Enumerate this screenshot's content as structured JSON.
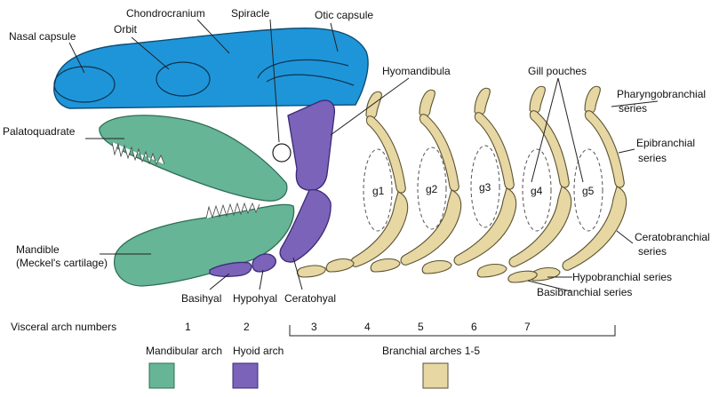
{
  "labels": {
    "chondrocranium": "Chondrocranium",
    "spiracle": "Spiracle",
    "otic_capsule": "Otic capsule",
    "nasal_capsule": "Nasal capsule",
    "orbit": "Orbit",
    "hyomandibula": "Hyomandibula",
    "gill_pouches": "Gill pouches",
    "pharyngobranchial": [
      "Pharyngobranchial",
      "series"
    ],
    "palatoquadrate": "Palatoquadrate",
    "epibranchial": [
      "Epibranchial",
      "series"
    ],
    "ceratobranchial": [
      "Ceratobranchial",
      "series"
    ],
    "hypobranchial": "Hypobranchial series",
    "basibranchial": "Basibranchial series",
    "mandible": [
      "Mandible",
      "(Meckel's cartilage)"
    ],
    "basihyal": "Basihyal",
    "hypohyal": "Hypohyal",
    "ceratohyal": "Ceratohyal"
  },
  "gill_labels": [
    "g1",
    "g2",
    "g3",
    "g4",
    "g5"
  ],
  "visceral_arches": {
    "title": "Visceral arch numbers",
    "numbers": [
      "1",
      "2",
      "3",
      "4",
      "5",
      "6",
      "7"
    ]
  },
  "legend": [
    {
      "label": "Mandibular arch",
      "color": "#66b596"
    },
    {
      "label": "Hyoid arch",
      "color": "#7a63b8"
    },
    {
      "label": "Branchial arches 1-5",
      "color": "#e6d7a3"
    }
  ],
  "colors": {
    "chondrocranium": "#1f95d9",
    "mandibular": "#66b596",
    "hyoid": "#7a63b8",
    "branchial": "#e6d7a3"
  }
}
